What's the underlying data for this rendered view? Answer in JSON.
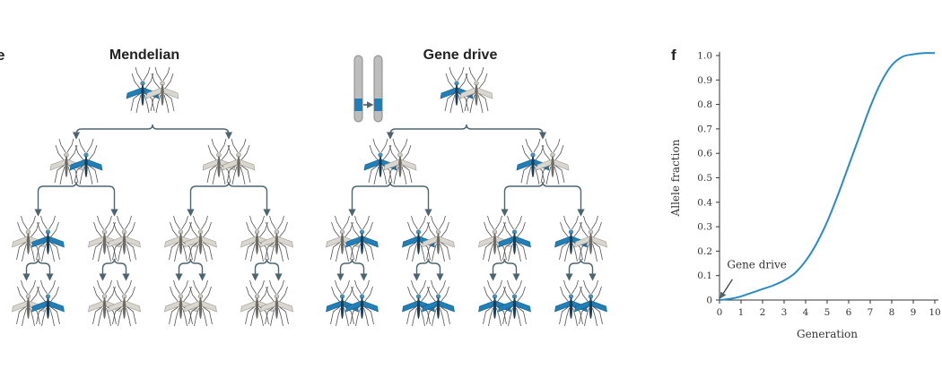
{
  "panels": {
    "left_letter": "e",
    "right_letter": "f",
    "mendelian_title": "Mendelian",
    "gene_drive_title": "Gene drive"
  },
  "colors": {
    "carrier": "#1f7fb8",
    "wildtype": "#d9d6cf",
    "arrow": "#4d6570",
    "line": "#2a8ac4"
  },
  "mendelian": {
    "generations": [
      [
        "carrier",
        "wild"
      ],
      [
        "wild",
        "carrier",
        "wild",
        "wild"
      ],
      [
        "wild",
        "carrier",
        "wild",
        "wild",
        "wild",
        "wild",
        "wild",
        "wild"
      ],
      [
        "wild",
        "carrier",
        "wild",
        "wild",
        "wild",
        "wild",
        "wild",
        "wild"
      ]
    ]
  },
  "gene_drive": {
    "generations": [
      [
        "carrier",
        "wild"
      ],
      [
        "carrier",
        "wild",
        "carrier",
        "wild"
      ],
      [
        "wild",
        "carrier",
        "carrier",
        "wild",
        "wild",
        "carrier",
        "carrier",
        "wild"
      ],
      [
        "carrier",
        "carrier",
        "carrier",
        "carrier",
        "carrier",
        "carrier",
        "carrier",
        "carrier"
      ]
    ]
  },
  "chart_data": {
    "type": "line",
    "xlabel": "Generation",
    "ylabel": "Allele fraction",
    "xlim": [
      0,
      10
    ],
    "ylim": [
      0,
      1.0
    ],
    "xticks": [
      "0",
      "1",
      "2",
      "3",
      "4",
      "5",
      "6",
      "7",
      "8",
      "9",
      "10"
    ],
    "yticks": [
      "0",
      "0.1",
      "0.2",
      "0.3",
      "0.4",
      "0.5",
      "0.6",
      "0.7",
      "0.8",
      "0.9",
      "1.0"
    ],
    "series": [
      {
        "x": [
          0,
          0.5,
          1,
          1.5,
          2,
          2.5,
          3,
          3.5,
          4,
          4.5,
          5,
          5.5,
          6,
          6.5,
          7,
          7.5,
          8,
          8.5,
          9,
          9.5,
          10
        ],
        "values": [
          0.0,
          0.005,
          0.015,
          0.03,
          0.045,
          0.06,
          0.08,
          0.11,
          0.16,
          0.23,
          0.32,
          0.43,
          0.55,
          0.67,
          0.79,
          0.89,
          0.96,
          0.995,
          1.005,
          1.01,
          1.01
        ]
      }
    ],
    "annotation": "Gene drive"
  }
}
